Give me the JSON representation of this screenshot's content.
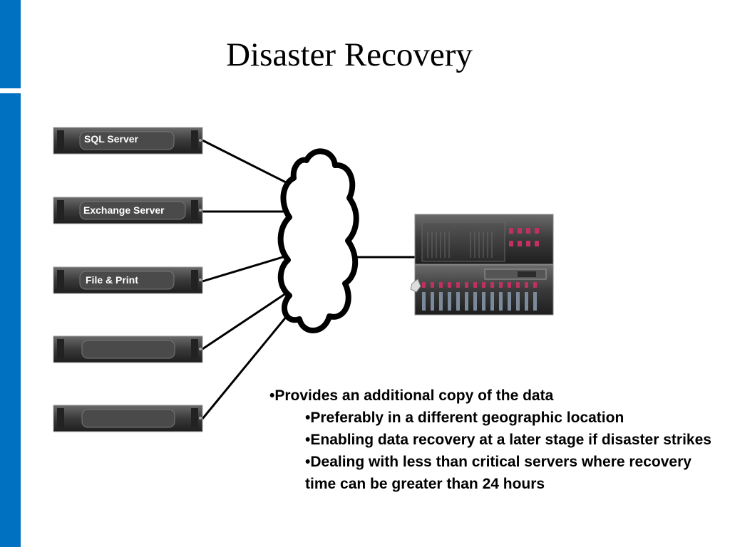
{
  "slide": {
    "title": "Disaster Recovery"
  },
  "servers": [
    {
      "label": "SQL Server"
    },
    {
      "label": "Exchange Server"
    },
    {
      "label": "File & Print"
    },
    {
      "label": ""
    },
    {
      "label": ""
    }
  ],
  "bullets": [
    {
      "level": 1,
      "text": "Provides an additional copy of the data"
    },
    {
      "level": 2,
      "text": "Preferably in a different geographic location"
    },
    {
      "level": 2,
      "text": "Enabling data recovery at a later stage if disaster strikes"
    },
    {
      "level": 2,
      "text": "Dealing with less than critical servers where recovery time can be greater than 24 hours"
    }
  ],
  "colors": {
    "accent_bar": "#0070c0",
    "server_body": "#3a3a3a",
    "storage_body": "#2b2b2b",
    "drive_handle": "#c03060"
  },
  "icons": {
    "cloud": "network-cloud-icon",
    "rack_server": "rack-server-icon",
    "storage_array": "storage-array-icon"
  }
}
